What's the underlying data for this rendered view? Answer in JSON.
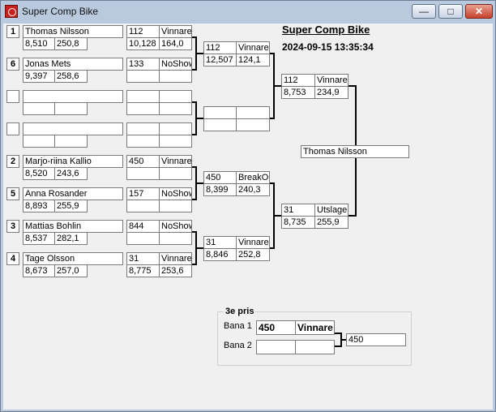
{
  "window": {
    "title": "Super Comp Bike"
  },
  "header": {
    "title": "Super Comp Bike",
    "datetime": "2024-09-15 13:35:34"
  },
  "riders": [
    {
      "seed": "1",
      "name": "Thomas Nilsson",
      "time": "8,510",
      "speed": "250,8"
    },
    {
      "seed": "6",
      "name": "Jonas Mets",
      "time": "9,397",
      "speed": "258,6"
    },
    {
      "seed": "",
      "name": "",
      "time": "",
      "speed": ""
    },
    {
      "seed": "",
      "name": "",
      "time": "",
      "speed": ""
    },
    {
      "seed": "2",
      "name": "Marjo-riina Kallio",
      "time": "8,520",
      "speed": "243,6"
    },
    {
      "seed": "5",
      "name": "Anna Rosander",
      "time": "8,893",
      "speed": "255,9"
    },
    {
      "seed": "3",
      "name": "Mattias Bohlin",
      "time": "8,537",
      "speed": "282,1"
    },
    {
      "seed": "4",
      "name": "Tage Olsson",
      "time": "8,673",
      "speed": "257,0"
    }
  ],
  "round1": [
    {
      "num": "112",
      "result": "Vinnare",
      "time": "10,128",
      "speed": "164,0"
    },
    {
      "num": "133",
      "result": "NoShow",
      "time": "",
      "speed": ""
    },
    {
      "num": "",
      "result": "",
      "time": "",
      "speed": ""
    },
    {
      "num": "",
      "result": "",
      "time": "",
      "speed": ""
    },
    {
      "num": "450",
      "result": "Vinnare",
      "time": "",
      "speed": ""
    },
    {
      "num": "157",
      "result": "NoShow",
      "time": "",
      "speed": ""
    },
    {
      "num": "844",
      "result": "NoShow",
      "time": "",
      "speed": ""
    },
    {
      "num": "31",
      "result": "Vinnare",
      "time": "8,775",
      "speed": "253,6"
    }
  ],
  "round2": [
    {
      "num": "112",
      "result": "Vinnare",
      "time": "12,507",
      "speed": "124,1"
    },
    {
      "num": "",
      "result": "",
      "time": "",
      "speed": ""
    },
    {
      "num": "450",
      "result": "BreakOut",
      "time": "8,399",
      "speed": "240,3"
    },
    {
      "num": "31",
      "result": "Vinnare",
      "time": "8,846",
      "speed": "252,8"
    }
  ],
  "round3": [
    {
      "num": "112",
      "result": "Vinnare",
      "time": "8,753",
      "speed": "234,9"
    },
    {
      "num": "31",
      "result": "Utslagen",
      "time": "8,735",
      "speed": "255,9"
    }
  ],
  "winner": "Thomas Nilsson",
  "third_place": {
    "title": "3e pris",
    "lane1_label": "Bana 1",
    "lane2_label": "Bana 2",
    "lane1_num": "450",
    "lane1_result": "Vinnare",
    "lane2_num": "",
    "lane2_result": "",
    "winner": "450"
  }
}
